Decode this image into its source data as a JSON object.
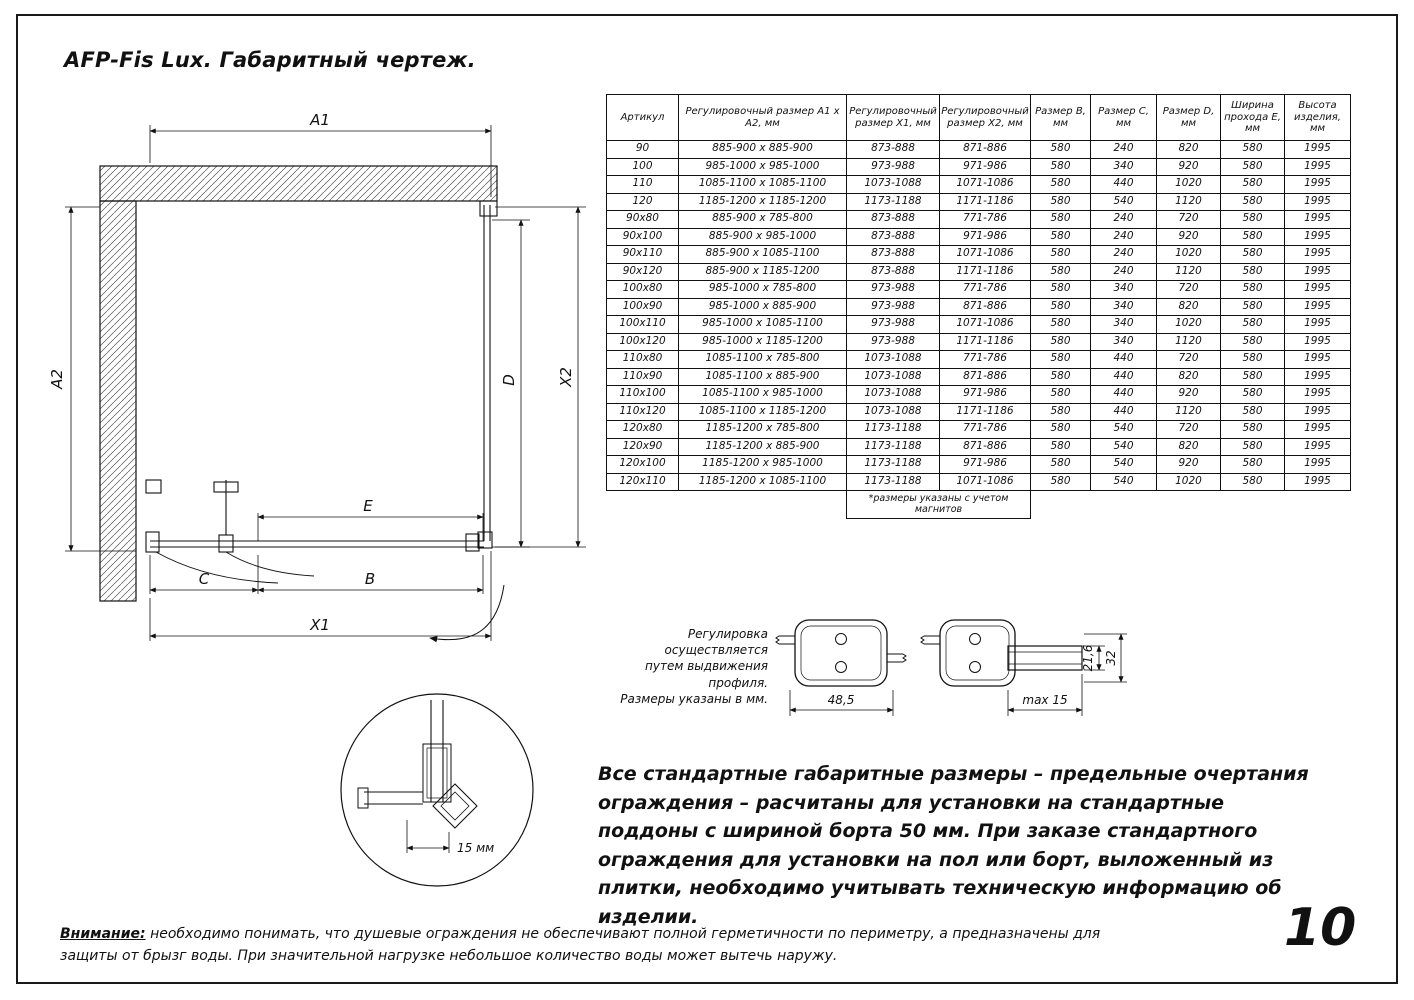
{
  "page": {
    "title": "AFP-Fis Lux. Габаритный чертеж.",
    "page_number": "10"
  },
  "colors": {
    "ink": "#111111",
    "paper": "#ffffff"
  },
  "drawing": {
    "dim_a1": "A1",
    "dim_a2": "A2",
    "dim_x1": "X1",
    "dim_x2": "X2",
    "dim_b": "B",
    "dim_c": "C",
    "dim_d": "D",
    "dim_e": "E",
    "detail_dim": "15 мм"
  },
  "adjustment_note": {
    "line1": "Регулировка осуществляется",
    "line2": "путем выдвижения профиля.",
    "line3": "Размеры указаны в мм."
  },
  "profiles": {
    "dim_width": "48,5",
    "dim_max": "max 15",
    "dim_depth": "21,6",
    "dim_height": "32"
  },
  "info_paragraph": "Все стандартные габаритные размеры – предельные очертания ограждения – расчитаны для установки на стандартные поддоны с шириной борта 50 мм. При заказе стандартного ограждения для установки на пол или борт, выложенный из плитки, необходимо учитывать техническую информацию об изделии.",
  "warning": {
    "label": "Внимание:",
    "text": " необходимо понимать, что душевые ограждения не обеспечивают полной герметичности по периметру, а предназначены для защиты от брызг воды. При значительной нагрузке небольшое количество воды может вытечь наружу."
  },
  "table": {
    "headers": [
      "Артикул",
      "Регулировочный размер A1 x A2, мм",
      "Регулировочный размер X1, мм",
      "Регулировочный размер X2, мм",
      "Размер B, мм",
      "Размер C, мм",
      "Размер D, мм",
      "Ширина прохода E, мм",
      "Высота изделия, мм"
    ],
    "footnote": "*размеры указаны с учетом магнитов",
    "rows": [
      [
        "90",
        "885-900 x 885-900",
        "873-888",
        "871-886",
        "580",
        "240",
        "820",
        "580",
        "1995"
      ],
      [
        "100",
        "985-1000 x 985-1000",
        "973-988",
        "971-986",
        "580",
        "340",
        "920",
        "580",
        "1995"
      ],
      [
        "110",
        "1085-1100 x 1085-1100",
        "1073-1088",
        "1071-1086",
        "580",
        "440",
        "1020",
        "580",
        "1995"
      ],
      [
        "120",
        "1185-1200 x 1185-1200",
        "1173-1188",
        "1171-1186",
        "580",
        "540",
        "1120",
        "580",
        "1995"
      ],
      [
        "90x80",
        "885-900 x 785-800",
        "873-888",
        "771-786",
        "580",
        "240",
        "720",
        "580",
        "1995"
      ],
      [
        "90x100",
        "885-900 x 985-1000",
        "873-888",
        "971-986",
        "580",
        "240",
        "920",
        "580",
        "1995"
      ],
      [
        "90x110",
        "885-900 x 1085-1100",
        "873-888",
        "1071-1086",
        "580",
        "240",
        "1020",
        "580",
        "1995"
      ],
      [
        "90x120",
        "885-900 x 1185-1200",
        "873-888",
        "1171-1186",
        "580",
        "240",
        "1120",
        "580",
        "1995"
      ],
      [
        "100x80",
        "985-1000 x 785-800",
        "973-988",
        "771-786",
        "580",
        "340",
        "720",
        "580",
        "1995"
      ],
      [
        "100x90",
        "985-1000 x 885-900",
        "973-988",
        "871-886",
        "580",
        "340",
        "820",
        "580",
        "1995"
      ],
      [
        "100x110",
        "985-1000 x 1085-1100",
        "973-988",
        "1071-1086",
        "580",
        "340",
        "1020",
        "580",
        "1995"
      ],
      [
        "100x120",
        "985-1000 x 1185-1200",
        "973-988",
        "1171-1186",
        "580",
        "340",
        "1120",
        "580",
        "1995"
      ],
      [
        "110x80",
        "1085-1100 x 785-800",
        "1073-1088",
        "771-786",
        "580",
        "440",
        "720",
        "580",
        "1995"
      ],
      [
        "110x90",
        "1085-1100 x 885-900",
        "1073-1088",
        "871-886",
        "580",
        "440",
        "820",
        "580",
        "1995"
      ],
      [
        "110x100",
        "1085-1100 x 985-1000",
        "1073-1088",
        "971-986",
        "580",
        "440",
        "920",
        "580",
        "1995"
      ],
      [
        "110x120",
        "1085-1100 x 1185-1200",
        "1073-1088",
        "1171-1186",
        "580",
        "440",
        "1120",
        "580",
        "1995"
      ],
      [
        "120x80",
        "1185-1200 x 785-800",
        "1173-1188",
        "771-786",
        "580",
        "540",
        "720",
        "580",
        "1995"
      ],
      [
        "120x90",
        "1185-1200 x 885-900",
        "1173-1188",
        "871-886",
        "580",
        "540",
        "820",
        "580",
        "1995"
      ],
      [
        "120x100",
        "1185-1200 x 985-1000",
        "1173-1188",
        "971-986",
        "580",
        "540",
        "920",
        "580",
        "1995"
      ],
      [
        "120x110",
        "1185-1200 x 1085-1100",
        "1173-1188",
        "1071-1086",
        "580",
        "540",
        "1020",
        "580",
        "1995"
      ]
    ]
  }
}
